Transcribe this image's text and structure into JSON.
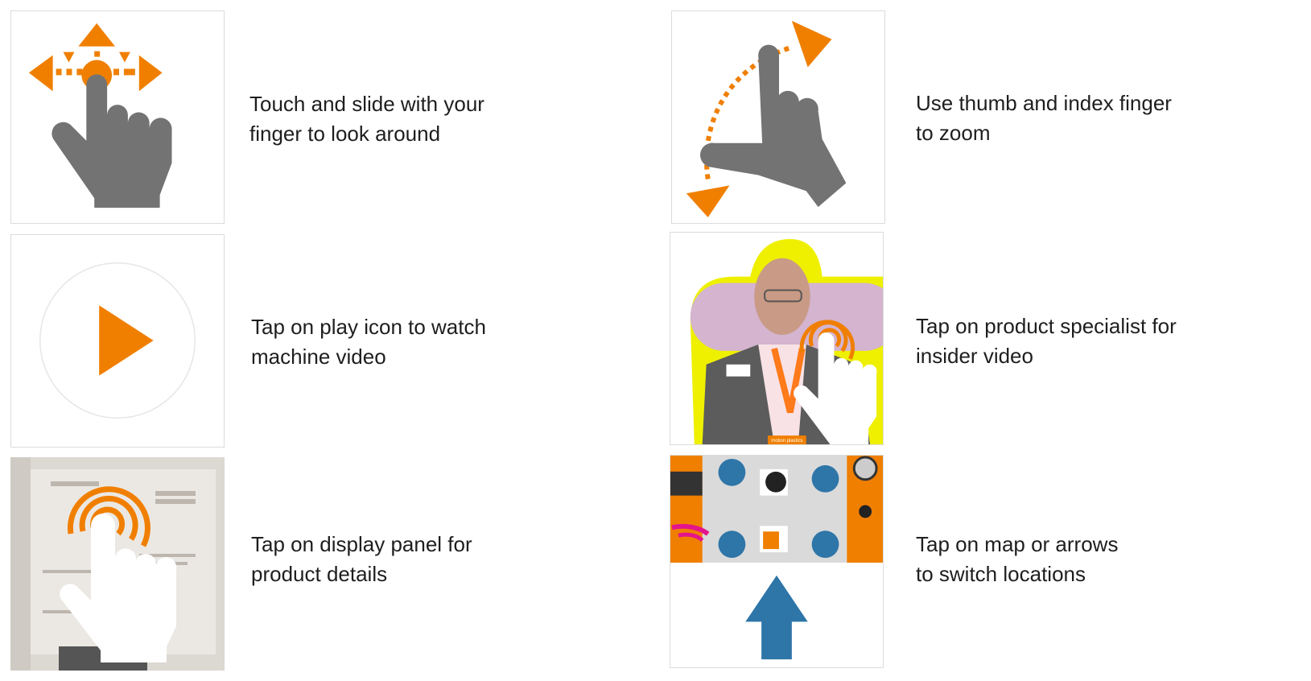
{
  "instructions": [
    {
      "icon": "swipe-gesture-icon",
      "lines": [
        "Touch and slide with your",
        "finger to look around"
      ]
    },
    {
      "icon": "pinch-zoom-gesture-icon",
      "lines": [
        "Use thumb and index finger",
        "to zoom"
      ]
    },
    {
      "icon": "play-icon",
      "lines": [
        "Tap on play icon to watch",
        "machine video"
      ]
    },
    {
      "icon": "product-specialist-tap-icon",
      "lines": [
        "Tap on product specialist for",
        "insider video"
      ]
    },
    {
      "icon": "display-panel-tap-icon",
      "lines": [
        "Tap on display panel for",
        "product details"
      ]
    },
    {
      "icon": "map-arrow-icon",
      "lines": [
        "Tap on map or arrows",
        "to switch locations"
      ]
    }
  ],
  "colors": {
    "accent": "#f07f00",
    "hand": "#737373",
    "map_blue": "#2e75a8",
    "highlight": "#eef000"
  },
  "badges": {
    "lanyard": "motion plastics"
  }
}
